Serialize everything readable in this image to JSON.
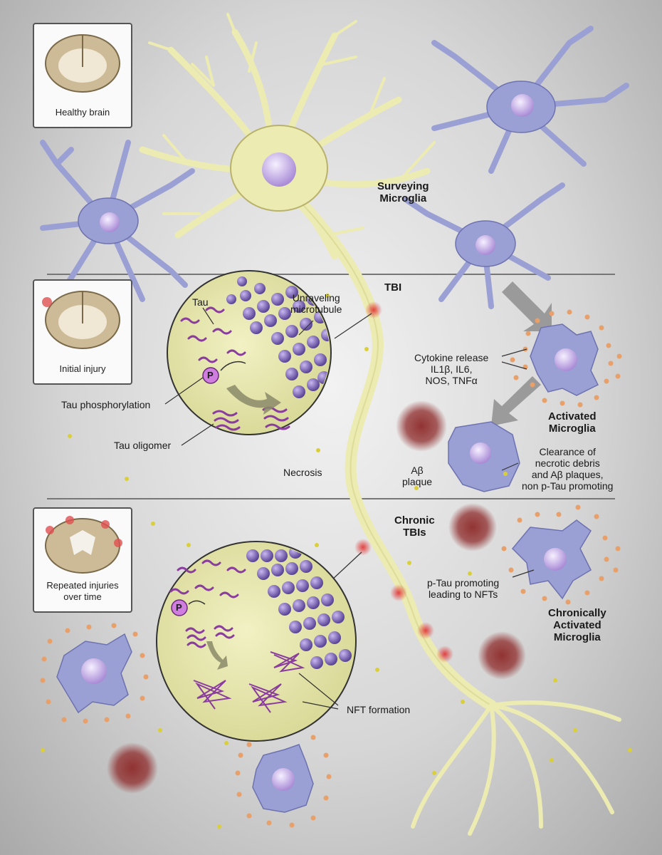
{
  "insets": {
    "healthy": "Healthy brain",
    "initial": "Initial injury",
    "repeated": [
      "Repeated injuries",
      "over time"
    ]
  },
  "labels": {
    "surveying": [
      "Surveying",
      "Microglia"
    ],
    "tbi": "TBI",
    "tau": "Tau",
    "unraveling": [
      "Unraveling",
      "microtubule"
    ],
    "cytokine": [
      "Cytokine release",
      "IL1β, IL6,",
      "NOS, TNFα"
    ],
    "phosphorylation": "Tau phosphorylation",
    "oligomer": "Tau oligomer",
    "activated": [
      "Activated",
      "Microglia"
    ],
    "necrosis": "Necrosis",
    "abeta": [
      "Aβ",
      "plaque"
    ],
    "clearance": [
      "Clearance of",
      "necrotic debris",
      "and Aβ plaques,",
      "non p-Tau promoting"
    ],
    "chronic": [
      "Chronic",
      "TBIs"
    ],
    "ptau": [
      "p-Tau promoting",
      "leading to NFTs"
    ],
    "chronically": [
      "Chronically",
      "Activated",
      "Microglia"
    ],
    "nft": "NFT formation",
    "p_marker": "P"
  },
  "colors": {
    "neuron": "#ecebb2",
    "neuron_stroke": "#b9b26a",
    "microglia": "#9aa0d4",
    "microglia_stroke": "#6d72b0",
    "nucleus": "#c9b2e6",
    "zoom_fill": "#e6e6a8",
    "microtubule": "#7a62b8",
    "tau": "#8a3d9e",
    "plaque": "#8e2a2a",
    "cytokine_dot": "#e8a06a",
    "injury": "#e05050"
  },
  "icons": [
    "brain-coronal-icon",
    "arrow-icon",
    "phosphate-icon"
  ]
}
